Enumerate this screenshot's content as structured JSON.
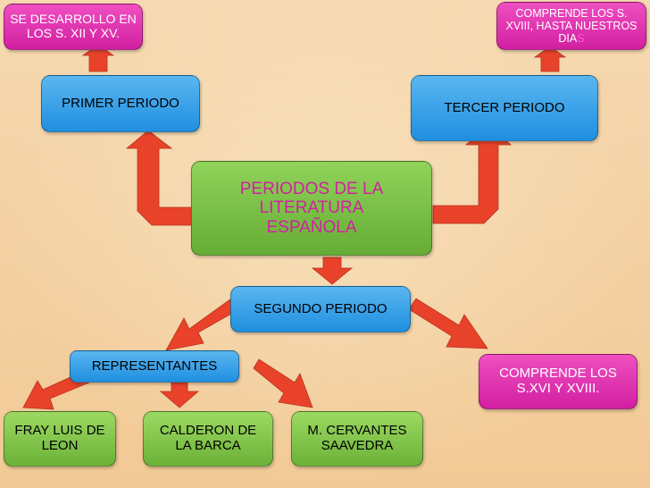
{
  "nodes": {
    "center": "PERIODOS DE LA LITERATURA ESPAÑOLA",
    "primer": "PRIMER PERIODO",
    "segundo": "SEGUNDO PERIODO",
    "tercer": "TERCER PERIODO",
    "primer_desc": "SE DESARROLLO EN LOS S. XII Y XV.",
    "tercer_desc_main": "COMPRENDE LOS S. XVIII, HASTA NUESTROS DIA",
    "tercer_desc_tail": "S",
    "segundo_desc": "COMPRENDE LOS S.XVI Y XVIII.",
    "representantes": "REPRESENTANTES",
    "rep1": "FRAY LUIS DE LEON",
    "rep2": "CALDERON DE LA BARCA",
    "rep3": "M. CERVANTES SAAVEDRA"
  },
  "colors": {
    "arrow": "#e8432a",
    "blue": "#2e9be6",
    "pink": "#d92aa8",
    "green": "#7cc245",
    "center_text": "#d21fa1",
    "accent_letter": "#ff3fd0"
  }
}
